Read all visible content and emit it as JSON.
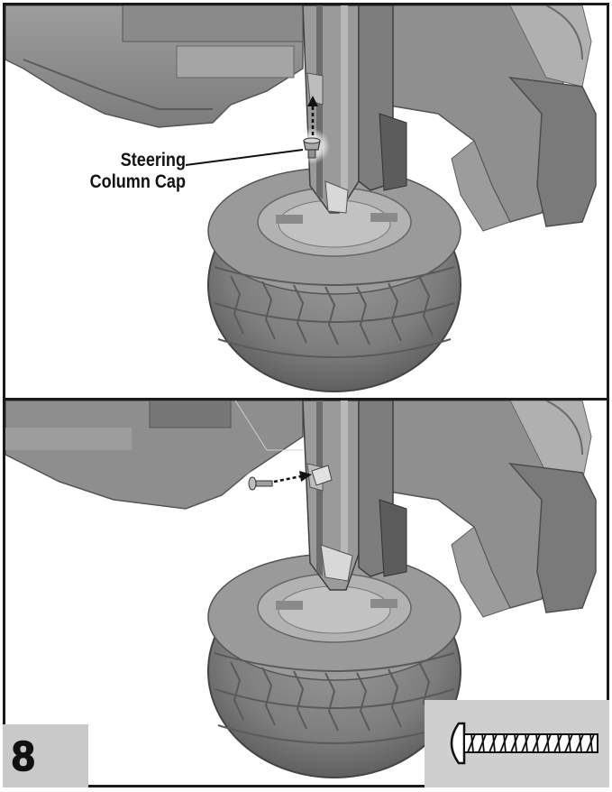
{
  "step": {
    "number": "8"
  },
  "top_panel": {
    "callout": {
      "line1": "Steering",
      "line2": "Column Cap"
    }
  },
  "bottom_panel": {},
  "hardware": {
    "icon": "screw-icon"
  },
  "colors": {
    "frame": "#1a1a1a",
    "part_gray": "#8c8c8c",
    "part_dark": "#5e5e5e",
    "part_light": "#b4b4b4",
    "label_bg": "#c9c9c9"
  }
}
